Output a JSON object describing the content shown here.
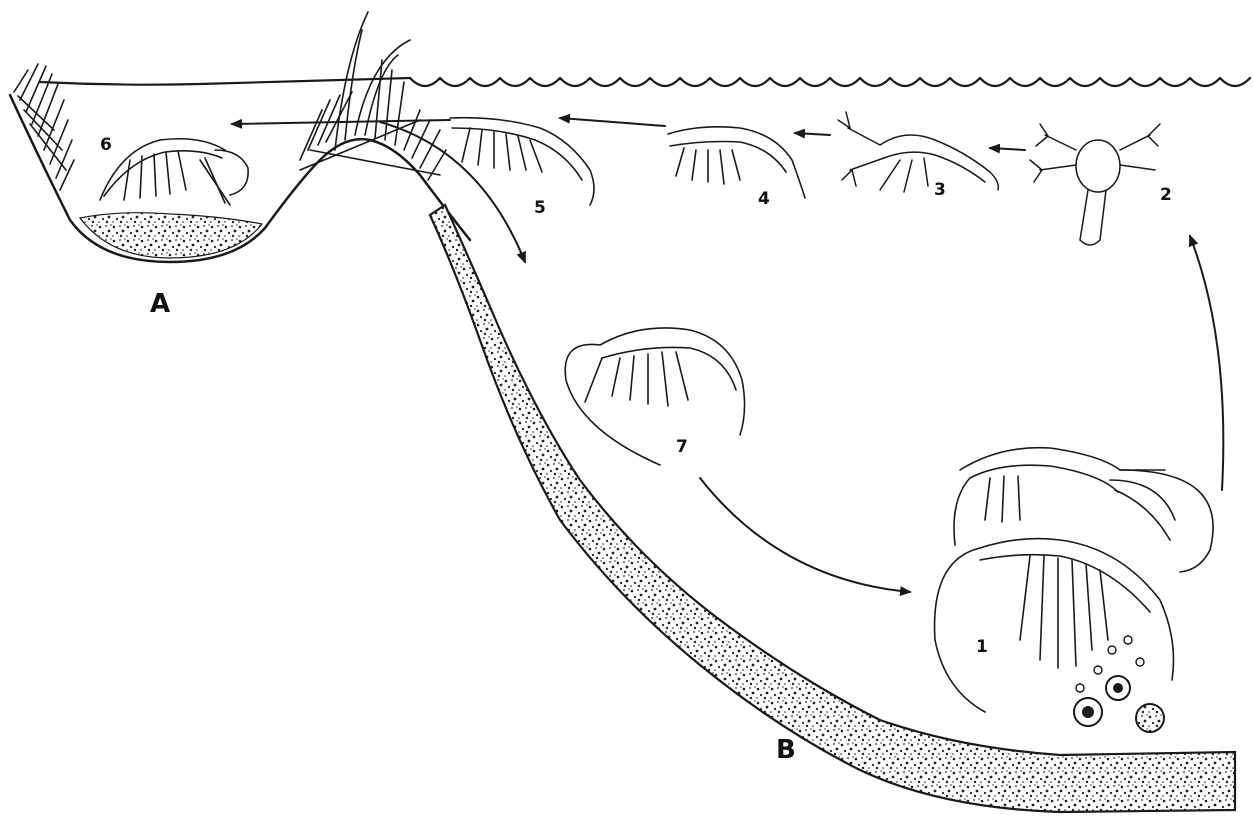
{
  "stage_labels": {
    "s1": "1",
    "s2": "2",
    "s3": "3",
    "s4": "4",
    "s5": "5",
    "s6": "6",
    "s7": "7"
  },
  "region_labels": {
    "a": "A",
    "b": "B"
  },
  "colors": {
    "ink": "#1a1a1a",
    "background": "#ffffff",
    "sediment": "#2b2b2b"
  }
}
